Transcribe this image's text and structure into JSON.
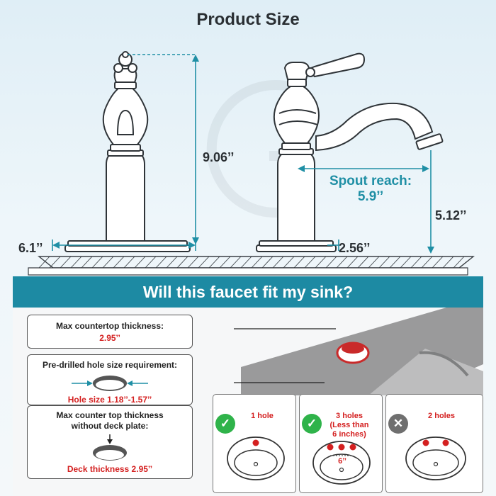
{
  "title": "Product Size",
  "dimensions": {
    "height": "9.06’’",
    "base_width": "6.1’’",
    "base_depth": "2.56’’",
    "spout_height": "5.12’’",
    "spout_reach_label": "Spout reach:",
    "spout_reach_value": "5.9’’"
  },
  "banner": "Will this faucet fit my sink?",
  "requirements": {
    "countertop_label": "Max countertop thickness:",
    "countertop_value": "2.95’’",
    "hole_label": "Pre-drilled hole size requirement:",
    "hole_value": "Hole size 1.18’’-1.57’’",
    "no_plate_label_1": "Max counter top thickness",
    "no_plate_label_2": "without deck plate:",
    "deck_value": "Deck thickness 2.95’’"
  },
  "sinks": [
    {
      "label": "1 hole",
      "status": "ok"
    },
    {
      "label_1": "3 holes",
      "label_2": "(Less than",
      "label_3": "6 inches)",
      "spacing": "6’’",
      "status": "ok"
    },
    {
      "label": "2 holes",
      "status": "no"
    }
  ],
  "colors": {
    "accent": "#1d8aa3",
    "dimension_line": "#1f8fa5",
    "warning_red": "#d42020",
    "ok_green": "#2fb34a",
    "no_gray": "#6f6f6f"
  }
}
